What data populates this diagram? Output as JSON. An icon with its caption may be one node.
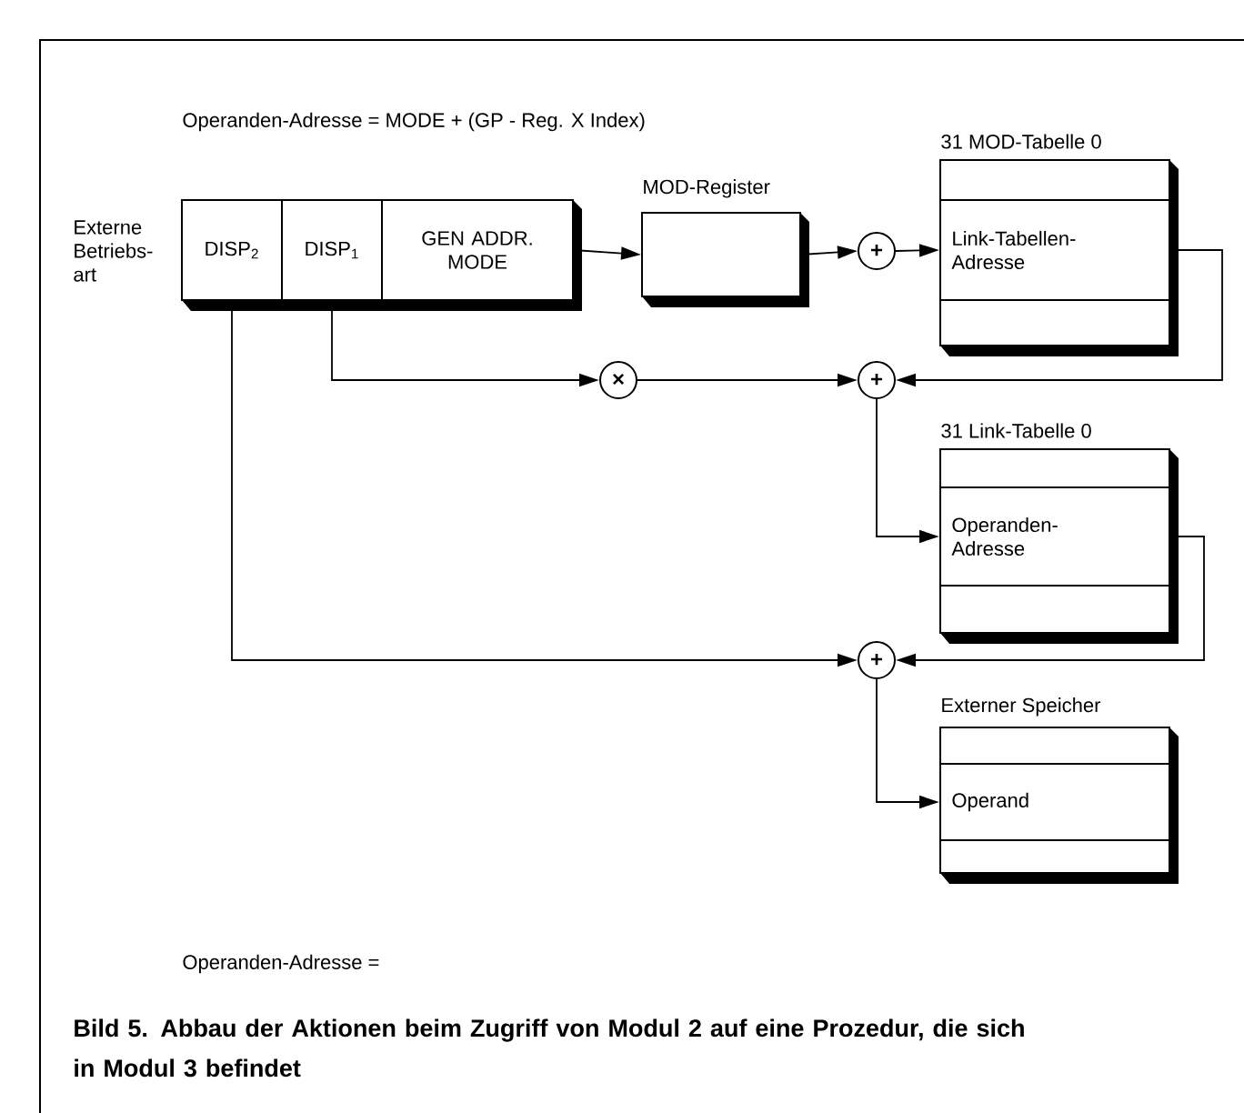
{
  "diagram": {
    "caption": "Bild 5. Abbau der Aktionen beim Zugriff von Modul 2 auf eine Prozedur, die sich in Modul 3 befindet",
    "nodes": [
      {
        "text": [
          "DISP$_{2}$"
        ]
      },
      {
        "text": [
          "DISP$_{1}$"
        ]
      },
      {
        "text": [
          "GEN ADDR. MODE"
        ]
      },
      {
        "text": [
          "MOD-Register"
        ]
      },
      {
        "text": [
          "+"
        ]
      },
      {
        "text": [
          "31 MOD-Tabelle 0",
          "Link-Tabellen- Adresse"
        ]
      },
      {
        "text": [
          "×"
        ]
      },
      {
        "text": [
          "+"
        ]
      },
      {
        "text": [
          "31 Link-Tabelle 0",
          "Operanden- Adresse"
        ]
      },
      {
        "text": [
          "+"
        ]
      },
      {
        "text": [
          "Externer Speicher",
          "Operand"
        ]
      }
    ],
    "edges": [
      {
        "from": 2,
        "to": 3,
        "arrow": "to"
      },
      {
        "from": 3,
        "to": 4,
        "arrow": "to"
      },
      {
        "from": 4,
        "to": 5,
        "arrow": "to"
      },
      {
        "from": 1,
        "to": 6,
        "arrow": "to"
      },
      {
        "from": 6,
        "to": 7,
        "arrow": "to"
      },
      {
        "from": 5,
        "to": 7,
        "arrow": "to"
      },
      {
        "from": 7,
        "to": 8,
        "arrow": "to"
      },
      {
        "from": 0,
        "to": 9,
        "arrow": "to"
      },
      {
        "from": 8,
        "to": 9,
        "arrow": "to"
      },
      {
        "from": 9,
        "to": 10,
        "arrow": "to"
      }
    ],
    "labels": [
      "Operanden-Adresse = MODE + (GP - Reg. X Index)",
      "Externe Betriebs- art",
      "Operanden-Adresse ="
    ]
  }
}
